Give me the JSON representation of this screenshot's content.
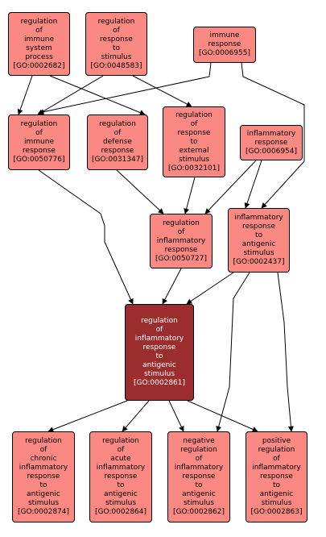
{
  "colors": {
    "node_fill": "#fa8883",
    "focus_fill": "#9b2d2e",
    "focus_text": "#ffffff",
    "edge": "#000000"
  },
  "nodes": {
    "n0002682": {
      "label": "regulation\nof\nimmune\nsystem\nprocess\n[GO:0002682]"
    },
    "n0048583": {
      "label": "regulation\nof\nresponse\nto\nstimulus\n[GO:0048583]"
    },
    "n0006955": {
      "label": "immune\nresponse\n[GO:0006955]"
    },
    "n0050776": {
      "label": "regulation\nof\nimmune\nresponse\n[GO:0050776]"
    },
    "n0031347": {
      "label": "regulation\nof\ndefense\nresponse\n[GO:0031347]"
    },
    "n0032101": {
      "label": "regulation\nof\nresponse\nto\nexternal\nstimulus\n[GO:0032101]"
    },
    "n0006954": {
      "label": "inflammatory\nresponse\n[GO:0006954]"
    },
    "n0050727": {
      "label": "regulation\nof\ninflammatory\nresponse\n[GO:0050727]"
    },
    "n0002437": {
      "label": "inflammatory\nresponse\nto\nantigenic\nstimulus\n[GO:0002437]"
    },
    "n0002861": {
      "label": "regulation\nof\ninflammatory\nresponse\nto\nantigenic\nstimulus\n[GO:0002861]"
    },
    "n0002874": {
      "label": "regulation\nof\nchronic\ninflammatory\nresponse\nto\nantigenic\nstimulus\n[GO:0002874]"
    },
    "n0002864": {
      "label": "regulation\nof\nacute\ninflammatory\nresponse\nto\nantigenic\nstimulus\n[GO:0002864]"
    },
    "n0002862": {
      "label": "negative\nregulation\nof\ninflammatory\nresponse\nto\nantigenic\nstimulus\n[GO:0002862]"
    },
    "n0002863": {
      "label": "positive\nregulation\nof\ninflammatory\nresponse\nto\nantigenic\nstimulus\n[GO:0002863]"
    }
  }
}
